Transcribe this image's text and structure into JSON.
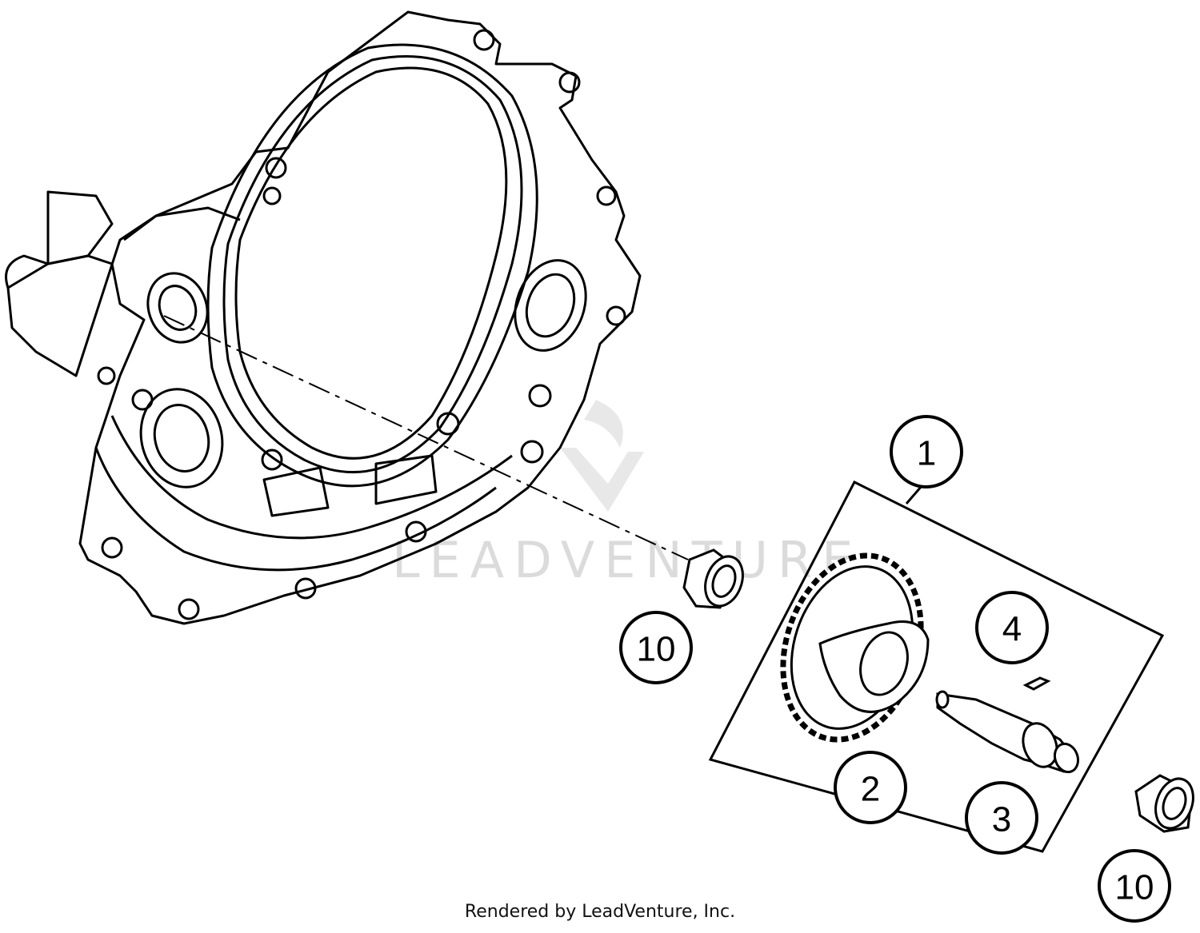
{
  "callouts": {
    "kit": "1",
    "gear": "2",
    "shaft": "3",
    "key": "4",
    "bearing_left": "10",
    "bearing_right": "10"
  },
  "watermark": "LEADVENTURE",
  "footer": "Rendered by LeadVenture, Inc."
}
